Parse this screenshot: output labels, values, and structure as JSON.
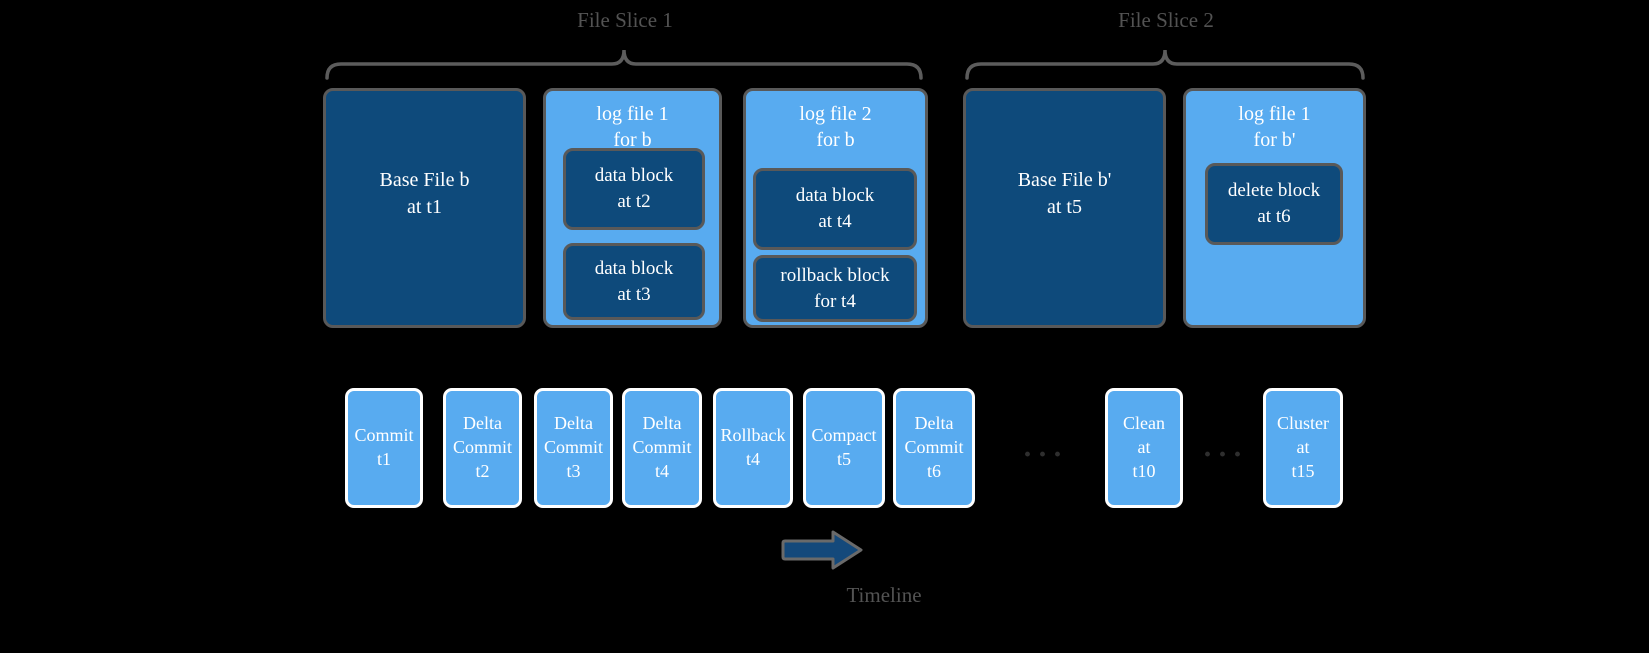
{
  "diagram": {
    "slices": [
      {
        "label": "File Slice 1"
      },
      {
        "label": "File Slice 2"
      }
    ],
    "files": {
      "base_b": {
        "label": "Base File b\nat t1"
      },
      "log1_b": {
        "title": "log file 1\nfor b",
        "blocks": [
          {
            "label": "data block\nat t2"
          },
          {
            "label": "data block\nat t3"
          }
        ]
      },
      "log2_b": {
        "title": "log file 2\nfor b",
        "blocks": [
          {
            "label": "data block\nat t4"
          },
          {
            "label": "rollback block\nfor t4"
          }
        ]
      },
      "base_bp": {
        "label": "Base File b'\nat t5"
      },
      "log1_bp": {
        "title": "log file 1\nfor b'",
        "blocks": [
          {
            "label": "delete block\nat t6"
          }
        ]
      }
    },
    "timeline": {
      "events": [
        {
          "label": "Commit\nt1"
        },
        {
          "label": "Delta\nCommit\nt2"
        },
        {
          "label": "Delta\nCommit\nt3"
        },
        {
          "label": "Delta\nCommit\nt4"
        },
        {
          "label": "Rollback\nt4"
        },
        {
          "label": "Compact\nt5"
        },
        {
          "label": "Delta\nCommit\nt6"
        },
        {
          "label": "Clean\nat\nt10"
        },
        {
          "label": "Cluster\nat\nt15"
        }
      ],
      "ellipsis": "···",
      "label": "Timeline"
    },
    "colors": {
      "background": "#000000",
      "base_fill": "#0E4A7B",
      "log_fill": "#58ABF0",
      "box_border": "#595959",
      "event_border": "#FFFFFF",
      "muted_text": "#535353"
    }
  }
}
